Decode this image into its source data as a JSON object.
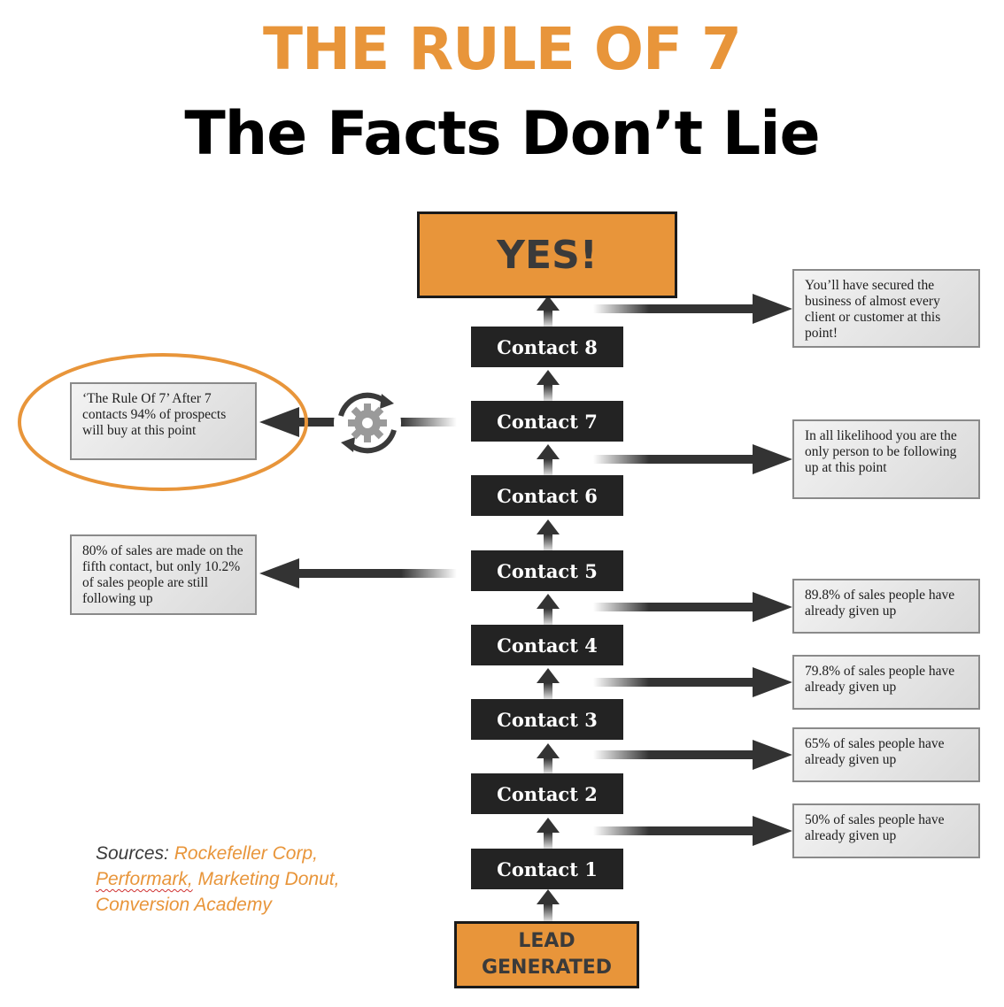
{
  "header": {
    "title": "THE RULE OF 7",
    "subtitle": "The Facts Don’t Lie"
  },
  "top_box": {
    "label": "YES!"
  },
  "contacts": [
    {
      "label": "Contact 8"
    },
    {
      "label": "Contact 7"
    },
    {
      "label": "Contact 6"
    },
    {
      "label": "Contact 5"
    },
    {
      "label": "Contact 4"
    },
    {
      "label": "Contact 3"
    },
    {
      "label": "Contact 2"
    },
    {
      "label": "Contact 1"
    }
  ],
  "bottom_box": {
    "line1": "LEAD",
    "line2": "GENERATED"
  },
  "notes_right": [
    {
      "text": "You’ll have secured the business of almost every client or customer at this point!"
    },
    {
      "text": "In all likelihood you are the only person to be following up at this point"
    },
    {
      "text": "89.8% of sales people have already given up"
    },
    {
      "text": "79.8% of sales people have already given up"
    },
    {
      "text": "65% of sales people have already given up"
    },
    {
      "text": "50% of sales people have already given up"
    }
  ],
  "notes_left": [
    {
      "text": "‘The Rule Of 7’ After 7 contacts 94% of prospects will buy at this point"
    },
    {
      "text": "80% of sales are made on the fifth contact, but only 10.2% of sales people are still following up"
    }
  ],
  "sources": {
    "label": "Sources:",
    "items": [
      "Rockefeller Corp,",
      "Performark,",
      "Marketing Donut,",
      "Conversion Academy"
    ]
  },
  "colors": {
    "accent": "#e8953a",
    "contact_box": "#232323",
    "arrow": "#333333"
  },
  "icons": {
    "cycle": "gear-refresh-icon"
  }
}
